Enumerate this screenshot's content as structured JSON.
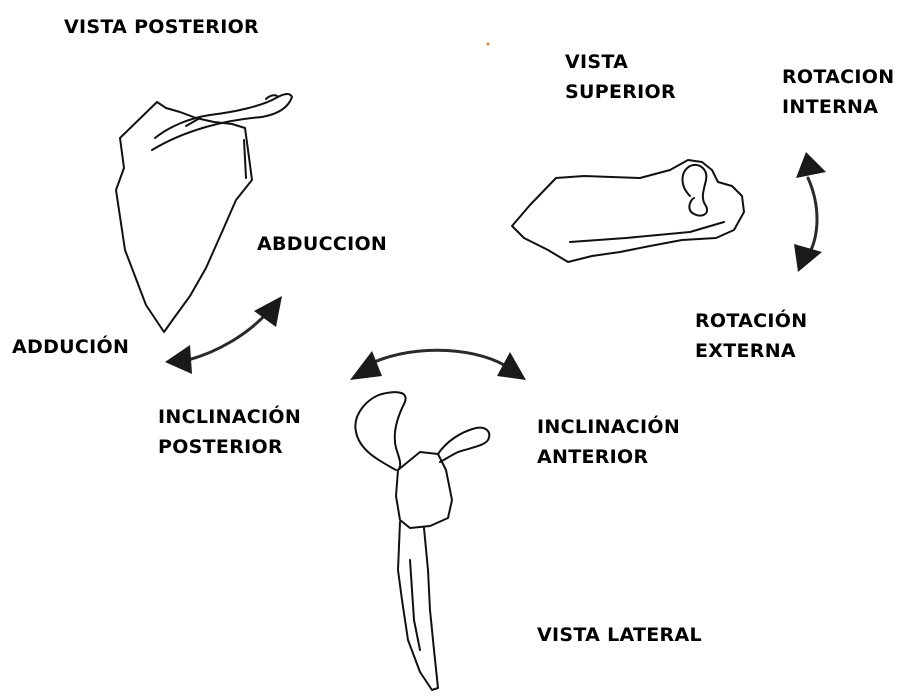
{
  "labels": {
    "vista_posterior": "VISTA POSTERIOR",
    "vista_superior": [
      "VISTA",
      "SUPERIOR"
    ],
    "rotacion_interna": [
      "ROTACION",
      "INTERNA"
    ],
    "abduccion": "ABDUCCION",
    "adducion": "ADDUCIÓN",
    "rotacion_externa": [
      "ROTACIÓN",
      "EXTERNA"
    ],
    "inclinacion_posterior": [
      "INCLINACIÓN",
      "POSTERIOR"
    ],
    "inclinacion_anterior": [
      "INCLINACIÓN",
      "ANTERIOR"
    ],
    "vista_lateral": "VISTA LATERAL"
  },
  "colors": {
    "ink": "#000000",
    "arrow": "#2a2a2a",
    "background": "#ffffff"
  }
}
